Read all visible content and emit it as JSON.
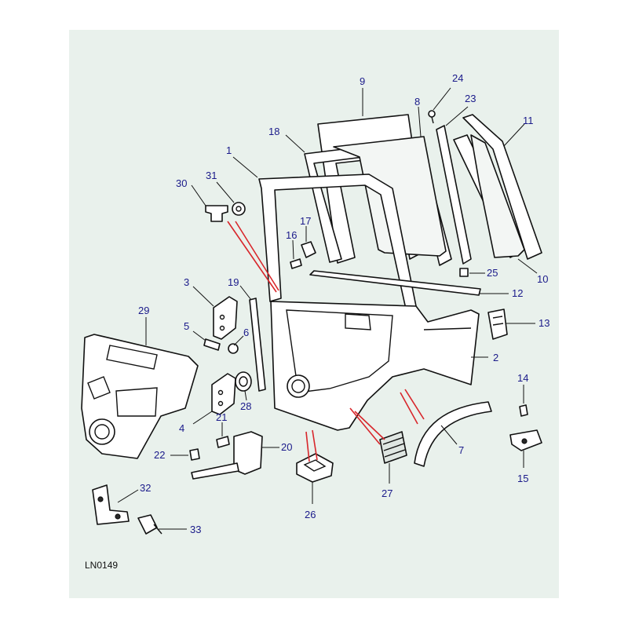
{
  "reference_code": "LN0149",
  "callouts": [
    {
      "label": "1"
    },
    {
      "label": "2"
    },
    {
      "label": "3"
    },
    {
      "label": "4"
    },
    {
      "label": "5"
    },
    {
      "label": "6"
    },
    {
      "label": "7"
    },
    {
      "label": "8"
    },
    {
      "label": "9"
    },
    {
      "label": "10"
    },
    {
      "label": "11"
    },
    {
      "label": "12"
    },
    {
      "label": "13"
    },
    {
      "label": "14"
    },
    {
      "label": "15"
    },
    {
      "label": "16"
    },
    {
      "label": "17"
    },
    {
      "label": "18"
    },
    {
      "label": "19"
    },
    {
      "label": "20"
    },
    {
      "label": "21"
    },
    {
      "label": "22"
    },
    {
      "label": "23"
    },
    {
      "label": "24"
    },
    {
      "label": "25"
    },
    {
      "label": "26"
    },
    {
      "label": "27"
    },
    {
      "label": "28"
    },
    {
      "label": "29"
    },
    {
      "label": "30"
    },
    {
      "label": "31"
    },
    {
      "label": "32"
    },
    {
      "label": "33"
    }
  ],
  "colors": {
    "background": "#e9f1ec",
    "callout_text": "#1a1a8a",
    "fitment_lines": "#d8262b",
    "outline": "#111111"
  }
}
